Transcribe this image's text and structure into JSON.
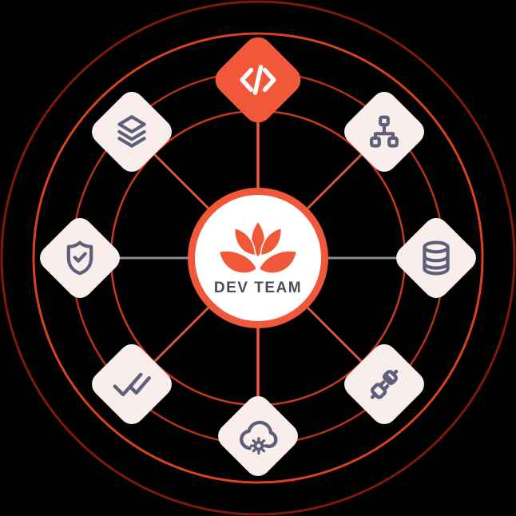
{
  "hub": {
    "label": "DEV TEAM",
    "logo_icon": "lotus-flower-icon"
  },
  "colors": {
    "background": "#000000",
    "accent": "#f1583a",
    "node_bg": "#faeeec",
    "icon_stroke": "#5e5f7a",
    "hub_text": "#4d4d57",
    "hub_bg": "#ffffff",
    "ring_outer": "#7e1a0c",
    "ring_second": "#d8431f",
    "ring_third": "#b33318",
    "ring_inner": "#c83a1c",
    "ring_highlight": "#f6ece9",
    "spoke_vertical": "#f1583a",
    "spoke_horizontal": "#8b8b93",
    "spoke_diagonal": "#d9553a"
  },
  "nodes": [
    {
      "icon": "code-icon",
      "position": "top",
      "variant": "accent"
    },
    {
      "icon": "sitemap-icon",
      "position": "top-right",
      "variant": "light"
    },
    {
      "icon": "database-icon",
      "position": "right",
      "variant": "light"
    },
    {
      "icon": "plug-connection-icon",
      "position": "bottom-right",
      "variant": "light"
    },
    {
      "icon": "cloud-gear-icon",
      "position": "bottom",
      "variant": "light"
    },
    {
      "icon": "double-check-icon",
      "position": "bottom-left",
      "variant": "light"
    },
    {
      "icon": "shield-check-icon",
      "position": "left",
      "variant": "light"
    },
    {
      "icon": "layers-icon",
      "position": "top-left",
      "variant": "light"
    }
  ]
}
